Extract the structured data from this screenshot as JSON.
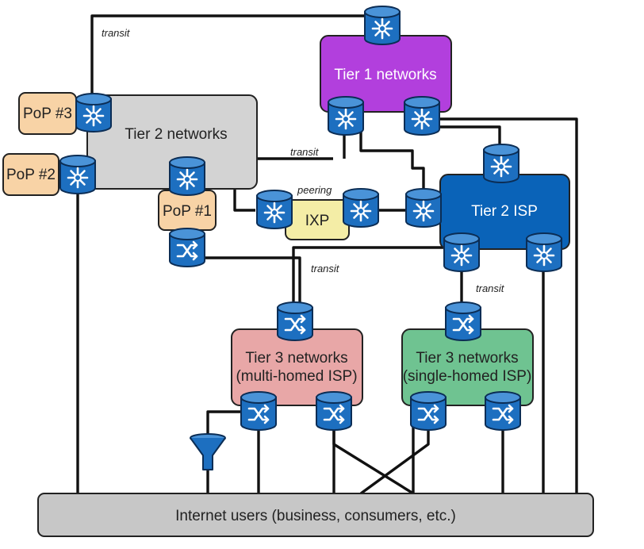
{
  "labels": {
    "tier1": "Tier 1 networks",
    "tier2_networks": "Tier 2 networks",
    "tier2_isp": "Tier 2 ISP",
    "pop1": "PoP #1",
    "pop2": "PoP #2",
    "pop3": "PoP #3",
    "ixp": "IXP",
    "tier3_multi_line1": "Tier 3 networks",
    "tier3_multi_line2": "(multi-homed ISP)",
    "tier3_single_line1": "Tier 3 networks",
    "tier3_single_line2": "(single-homed ISP)",
    "users": "Internet users (business, consumers, etc.)"
  },
  "edge_labels": {
    "transit_top": "transit",
    "transit_mid": "transit",
    "peering": "peering",
    "transit_low": "transit",
    "transit_right": "transit"
  },
  "colors": {
    "tier1": "#b23fdd",
    "tier2_networks": "#d3d3d3",
    "tier2_isp": "#0a63b8",
    "pop": "#f8d3a6",
    "ixp": "#f4eda6",
    "tier3_multi": "#e8a7a7",
    "tier3_single": "#6fc391",
    "users": "#c7c7c7",
    "device": "#1d6fc0"
  },
  "icons": {
    "router": "router-asterisk-icon",
    "switch": "switch-crossed-arrows-icon",
    "filter": "funnel-icon"
  }
}
